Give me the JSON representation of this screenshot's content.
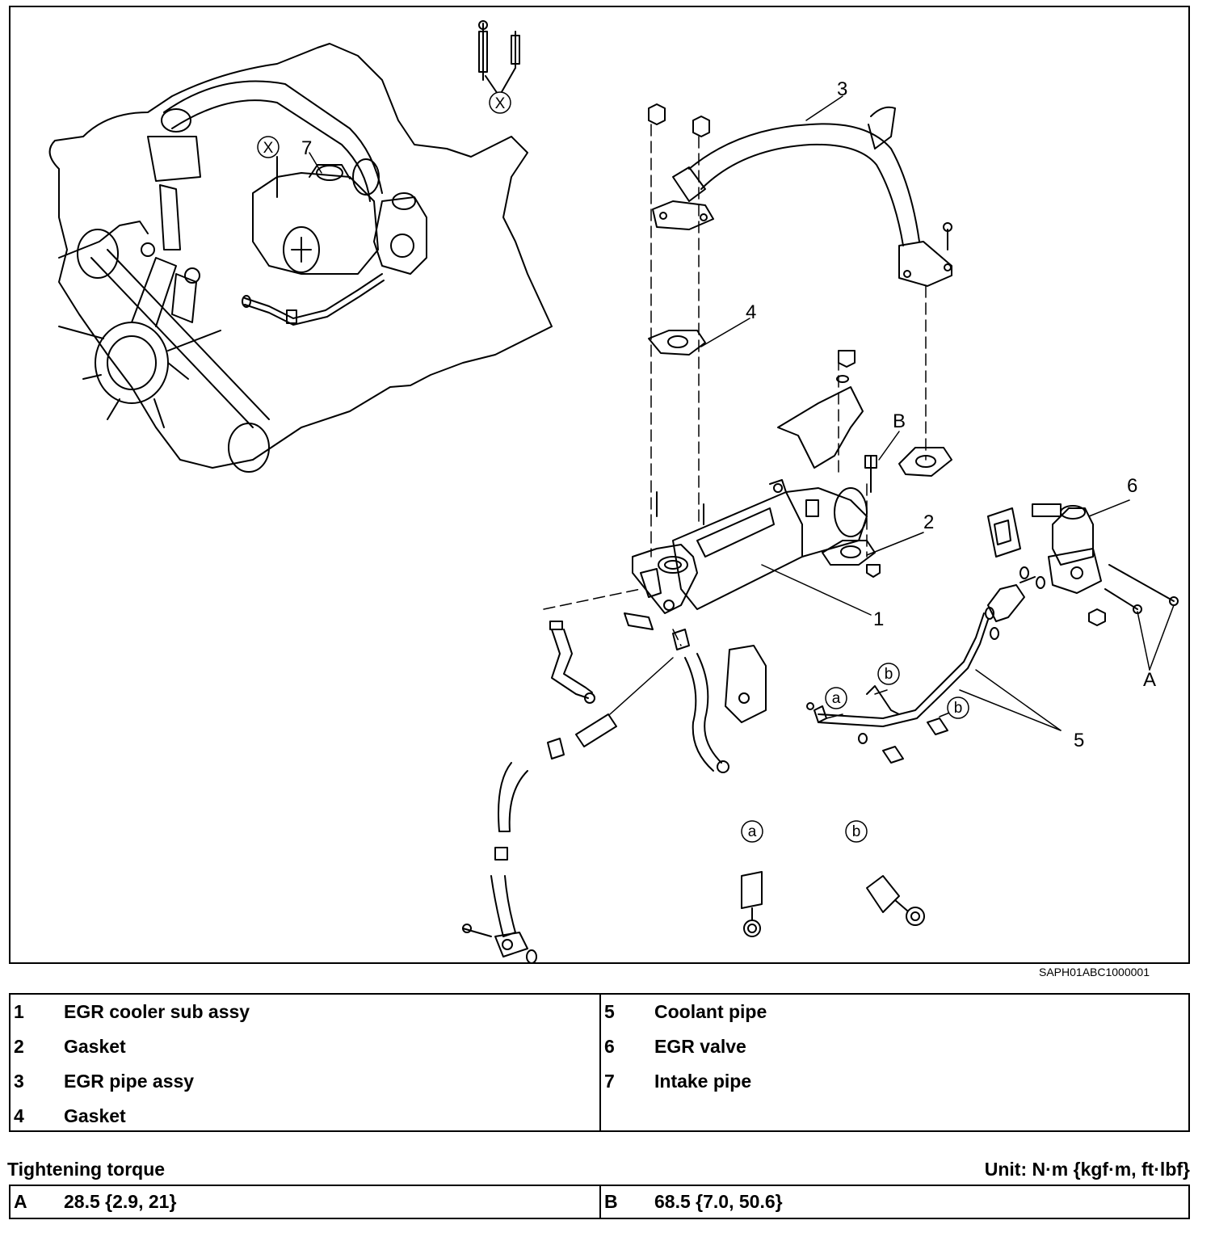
{
  "figure": {
    "callouts": [
      "1",
      "2",
      "3",
      "4",
      "5",
      "6",
      "7",
      "A",
      "B"
    ],
    "markers": {
      "x": "X",
      "a": "a",
      "b": "b"
    },
    "figure_id": "SAPH01ABC1000001"
  },
  "parts": [
    {
      "num": "1",
      "name": "EGR cooler sub assy"
    },
    {
      "num": "2",
      "name": "Gasket"
    },
    {
      "num": "3",
      "name": "EGR pipe assy"
    },
    {
      "num": "4",
      "name": "Gasket"
    },
    {
      "num": "5",
      "name": "Coolant pipe"
    },
    {
      "num": "6",
      "name": "EGR valve"
    },
    {
      "num": "7",
      "name": "Intake pipe"
    }
  ],
  "torque": {
    "title": "Tightening torque",
    "unit": "Unit: N·m {kgf·m, ft·lbf}",
    "rows": [
      {
        "key": "A",
        "value": "28.5 {2.9, 21}"
      },
      {
        "key": "B",
        "value": "68.5 {7.0, 50.6}"
      }
    ]
  }
}
